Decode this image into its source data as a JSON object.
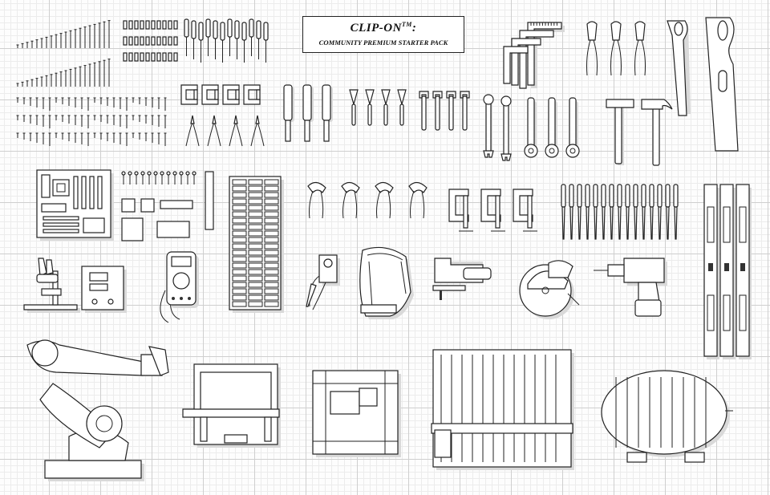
{
  "title": {
    "brand": "CLIP-ON",
    "trademark": "TM",
    "suffix": ":",
    "subtitle": "COMMUNITY PREMIUM STARTER PACK"
  },
  "colors": {
    "background": "#fdfdfd",
    "grid_major": "#cfcfcf",
    "grid_minor": "#ececec",
    "ink": "#222222"
  },
  "tools": [
    "screw-rows-icon",
    "bolts-screwdriver-icon",
    "nails-icon",
    "clamp-icon",
    "pliers-icon",
    "chisel-icon",
    "trowel-icon",
    "open-wrench-icon",
    "combination-wrench-icon",
    "adjustable-wrench-icon",
    "square-ruler-icon",
    "cutting-pliers-icon",
    "hammer-icon",
    "handsaw-icon",
    "motherboard-icon",
    "electronic-components-icon",
    "parts-organizer-icon",
    "multimeter-icon",
    "groove-pliers-icon",
    "c-clamp-icon",
    "file-set-icon",
    "level-icon",
    "microscope-icon",
    "power-supply-icon",
    "soldering-iron-icon",
    "face-shield-icon",
    "jigsaw-icon",
    "circular-saw-icon",
    "drill-icon",
    "robot-arm-icon",
    "3d-printer-icon",
    "enclosed-printer-icon",
    "cnc-router-icon",
    "air-compressor-icon"
  ]
}
